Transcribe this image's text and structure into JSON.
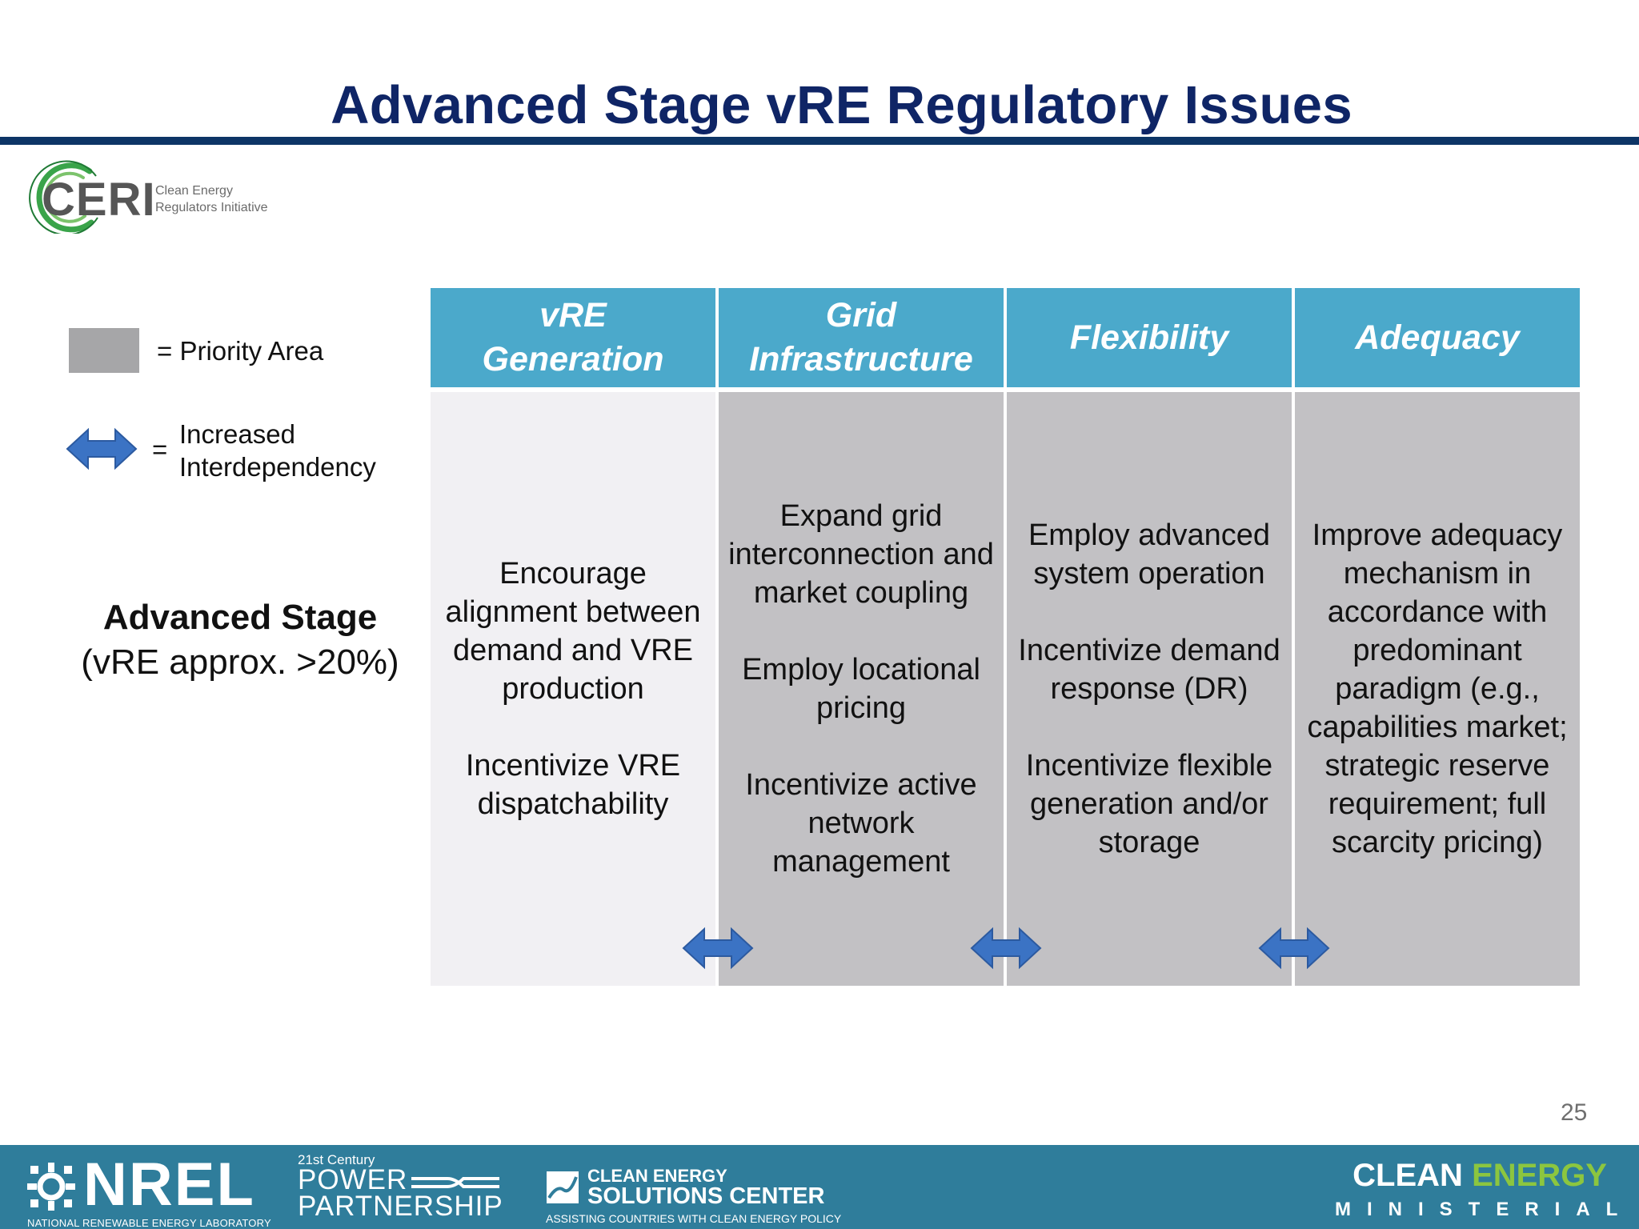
{
  "slide": {
    "title": "Advanced Stage vRE Regulatory Issues",
    "page_number": "25"
  },
  "logo": {
    "ceri_word": "CERI",
    "ceri_line1": "Clean Energy",
    "ceri_line2": "Regulators Initiative"
  },
  "legend": {
    "priority_label": "= Priority Area",
    "interdependency_eq": "=",
    "interdependency_line1": "Increased",
    "interdependency_line2": "Interdependency"
  },
  "stage": {
    "title": "Advanced Stage",
    "subtitle": "(vRE approx. >20%)"
  },
  "columns": [
    {
      "header": "vRE\nGeneration",
      "priority": false,
      "items": [
        "Encourage alignment between demand and VRE production",
        "Incentivize VRE dispatchability"
      ]
    },
    {
      "header": "Grid\nInfrastructure",
      "priority": true,
      "items": [
        "Expand grid interconnection and market coupling",
        "Employ locational pricing",
        "Incentivize active network management"
      ]
    },
    {
      "header": "Flexibility",
      "priority": true,
      "items": [
        "Employ advanced system operation",
        "Incentivize demand response (DR)",
        "Incentivize flexible generation and/or storage"
      ]
    },
    {
      "header": "Adequacy",
      "priority": true,
      "items": [
        "Improve adequacy mechanism in accordance with predominant paradigm (e.g., capabilities market; strategic reserve requirement; full scarcity pricing)"
      ]
    }
  ],
  "footer": {
    "nrel_word": "NREL",
    "nrel_sub": "NATIONAL RENEWABLE ENERGY LABORATORY",
    "power_21": "21st Century",
    "power_1": "POWER",
    "power_2": "PARTNERSHIP",
    "cesc_1": "CLEAN ENERGY",
    "cesc_2": "SOLUTIONS CENTER",
    "cesc_3": "ASSISTING COUNTRIES WITH CLEAN ENERGY POLICY",
    "cem_clean": "CLEAN",
    "cem_energy": "ENERGY",
    "cem_ministerial": "MINISTERIAL"
  },
  "colors": {
    "title": "#0f2566",
    "header_blue": "#4ba9cb",
    "priority_gray": "#c2c1c4",
    "footer_teal": "#2f7d9b",
    "arrow_blue": "#3b73c4",
    "cem_green": "#8cc63f"
  },
  "icons": {
    "interdependency": "double-arrow-icon",
    "ceri": "ceri-swirl-icon",
    "nrel": "nrel-sun-icon",
    "cesc": "cesc-square-icon"
  }
}
